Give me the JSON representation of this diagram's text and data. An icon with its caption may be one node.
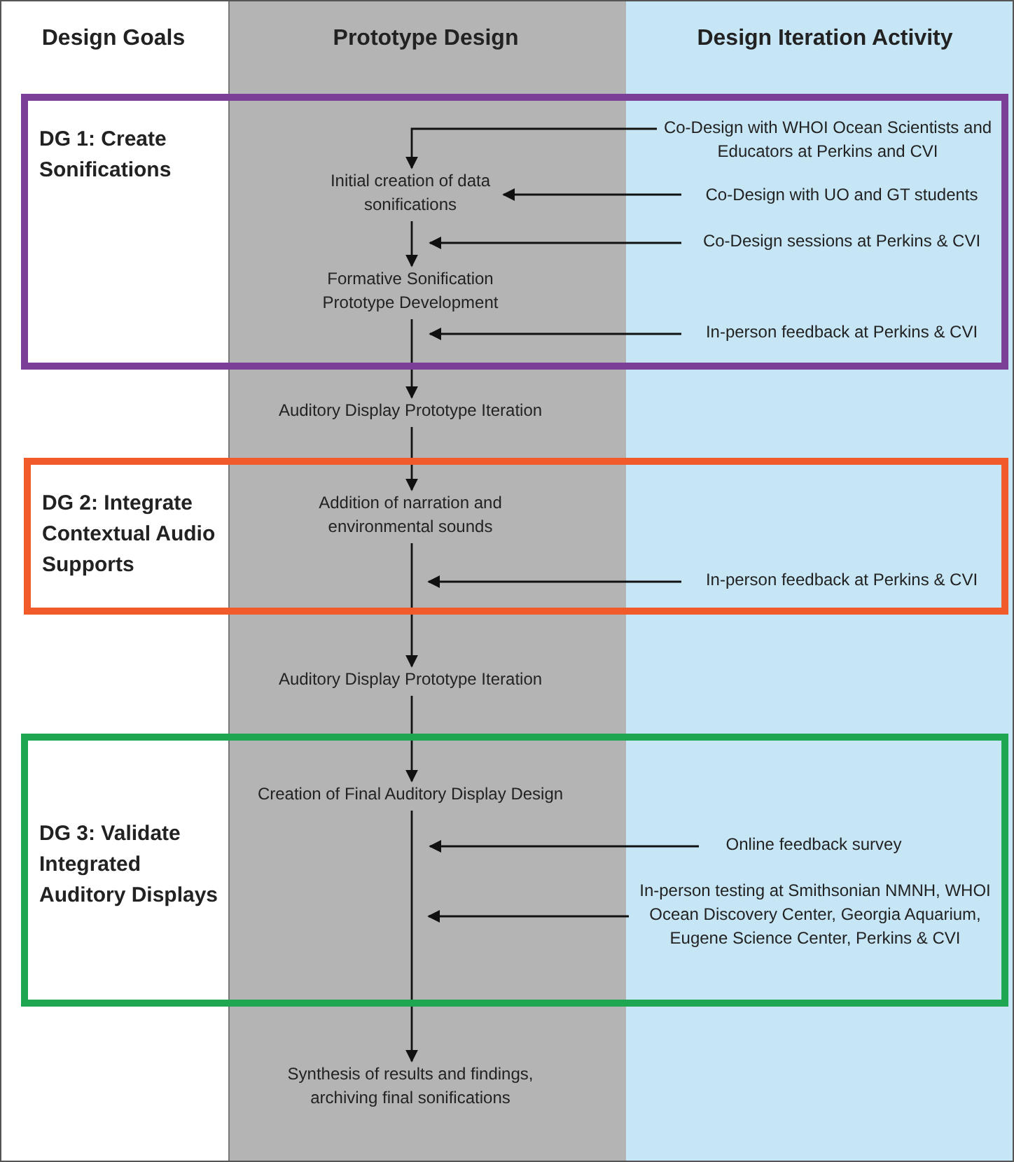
{
  "diagram": {
    "nodes": [
      {
        "text": [
          "DG 1: Create Sonifications"
        ]
      },
      {
        "text": [
          "Initial creation of data sonifications"
        ],
        "in": 0
      },
      {
        "text": [
          "Formative Sonification Prototype Development"
        ],
        "in": 0
      },
      {
        "text": [
          "Co-Design with WHOI Ocean Scientists and Educators at Perkins and CVI"
        ],
        "in": 0
      },
      {
        "text": [
          "Co-Design with UO and GT students"
        ],
        "in": 0
      },
      {
        "text": [
          "Co-Design sessions at Perkins & CVI"
        ],
        "in": 0
      },
      {
        "text": [
          "In-person feedback at Perkins & CVI"
        ],
        "in": 0
      },
      {
        "text": [
          "Auditory Display Prototype Iteration"
        ]
      },
      {
        "text": [
          "DG 2: Integrate Contextual Audio Supports"
        ]
      },
      {
        "text": [
          "Addition of narration and environmental sounds"
        ],
        "in": 8
      },
      {
        "text": [
          "In-person feedback at Perkins & CVI"
        ],
        "in": 8
      },
      {
        "text": [
          "Auditory Display Prototype Iteration"
        ]
      },
      {
        "text": [
          "DG 3: Validate Integrated Auditory Displays"
        ]
      },
      {
        "text": [
          "Creation of Final Auditory Display Design"
        ],
        "in": 12
      },
      {
        "text": [
          "Online feedback survey"
        ],
        "in": 12
      },
      {
        "text": [
          "In-person testing at Smithsonian NMNH, WHOI Ocean Discovery Center, Georgia Aquarium, Eugene Science Center, Perkins & CVI"
        ],
        "in": 12
      },
      {
        "text": [
          "Synthesis of results and findings, archiving final sonifications"
        ]
      }
    ],
    "edges": [
      {
        "from": 3,
        "to": 1,
        "arrow": "to"
      },
      {
        "from": 4,
        "to": 1,
        "arrow": "to"
      },
      {
        "from": 1,
        "to": 2,
        "arrow": "to"
      },
      {
        "from": 5,
        "to": 1,
        "arrow": "to"
      },
      {
        "from": 2,
        "to": 7,
        "arrow": "to"
      },
      {
        "from": 6,
        "to": 2,
        "arrow": "to"
      },
      {
        "from": 7,
        "to": 9,
        "arrow": "to"
      },
      {
        "from": 9,
        "to": 11,
        "arrow": "to"
      },
      {
        "from": 10,
        "to": null,
        "arrow": "to"
      },
      {
        "from": 11,
        "to": 13,
        "arrow": "to"
      },
      {
        "from": 13,
        "to": 16,
        "arrow": "to"
      },
      {
        "from": 14,
        "to": 13,
        "arrow": "to"
      },
      {
        "from": 15,
        "to": null,
        "arrow": "to"
      }
    ],
    "labels": [
      "Design Goals",
      "Prototype Design",
      "Design Iteration Activity"
    ]
  }
}
